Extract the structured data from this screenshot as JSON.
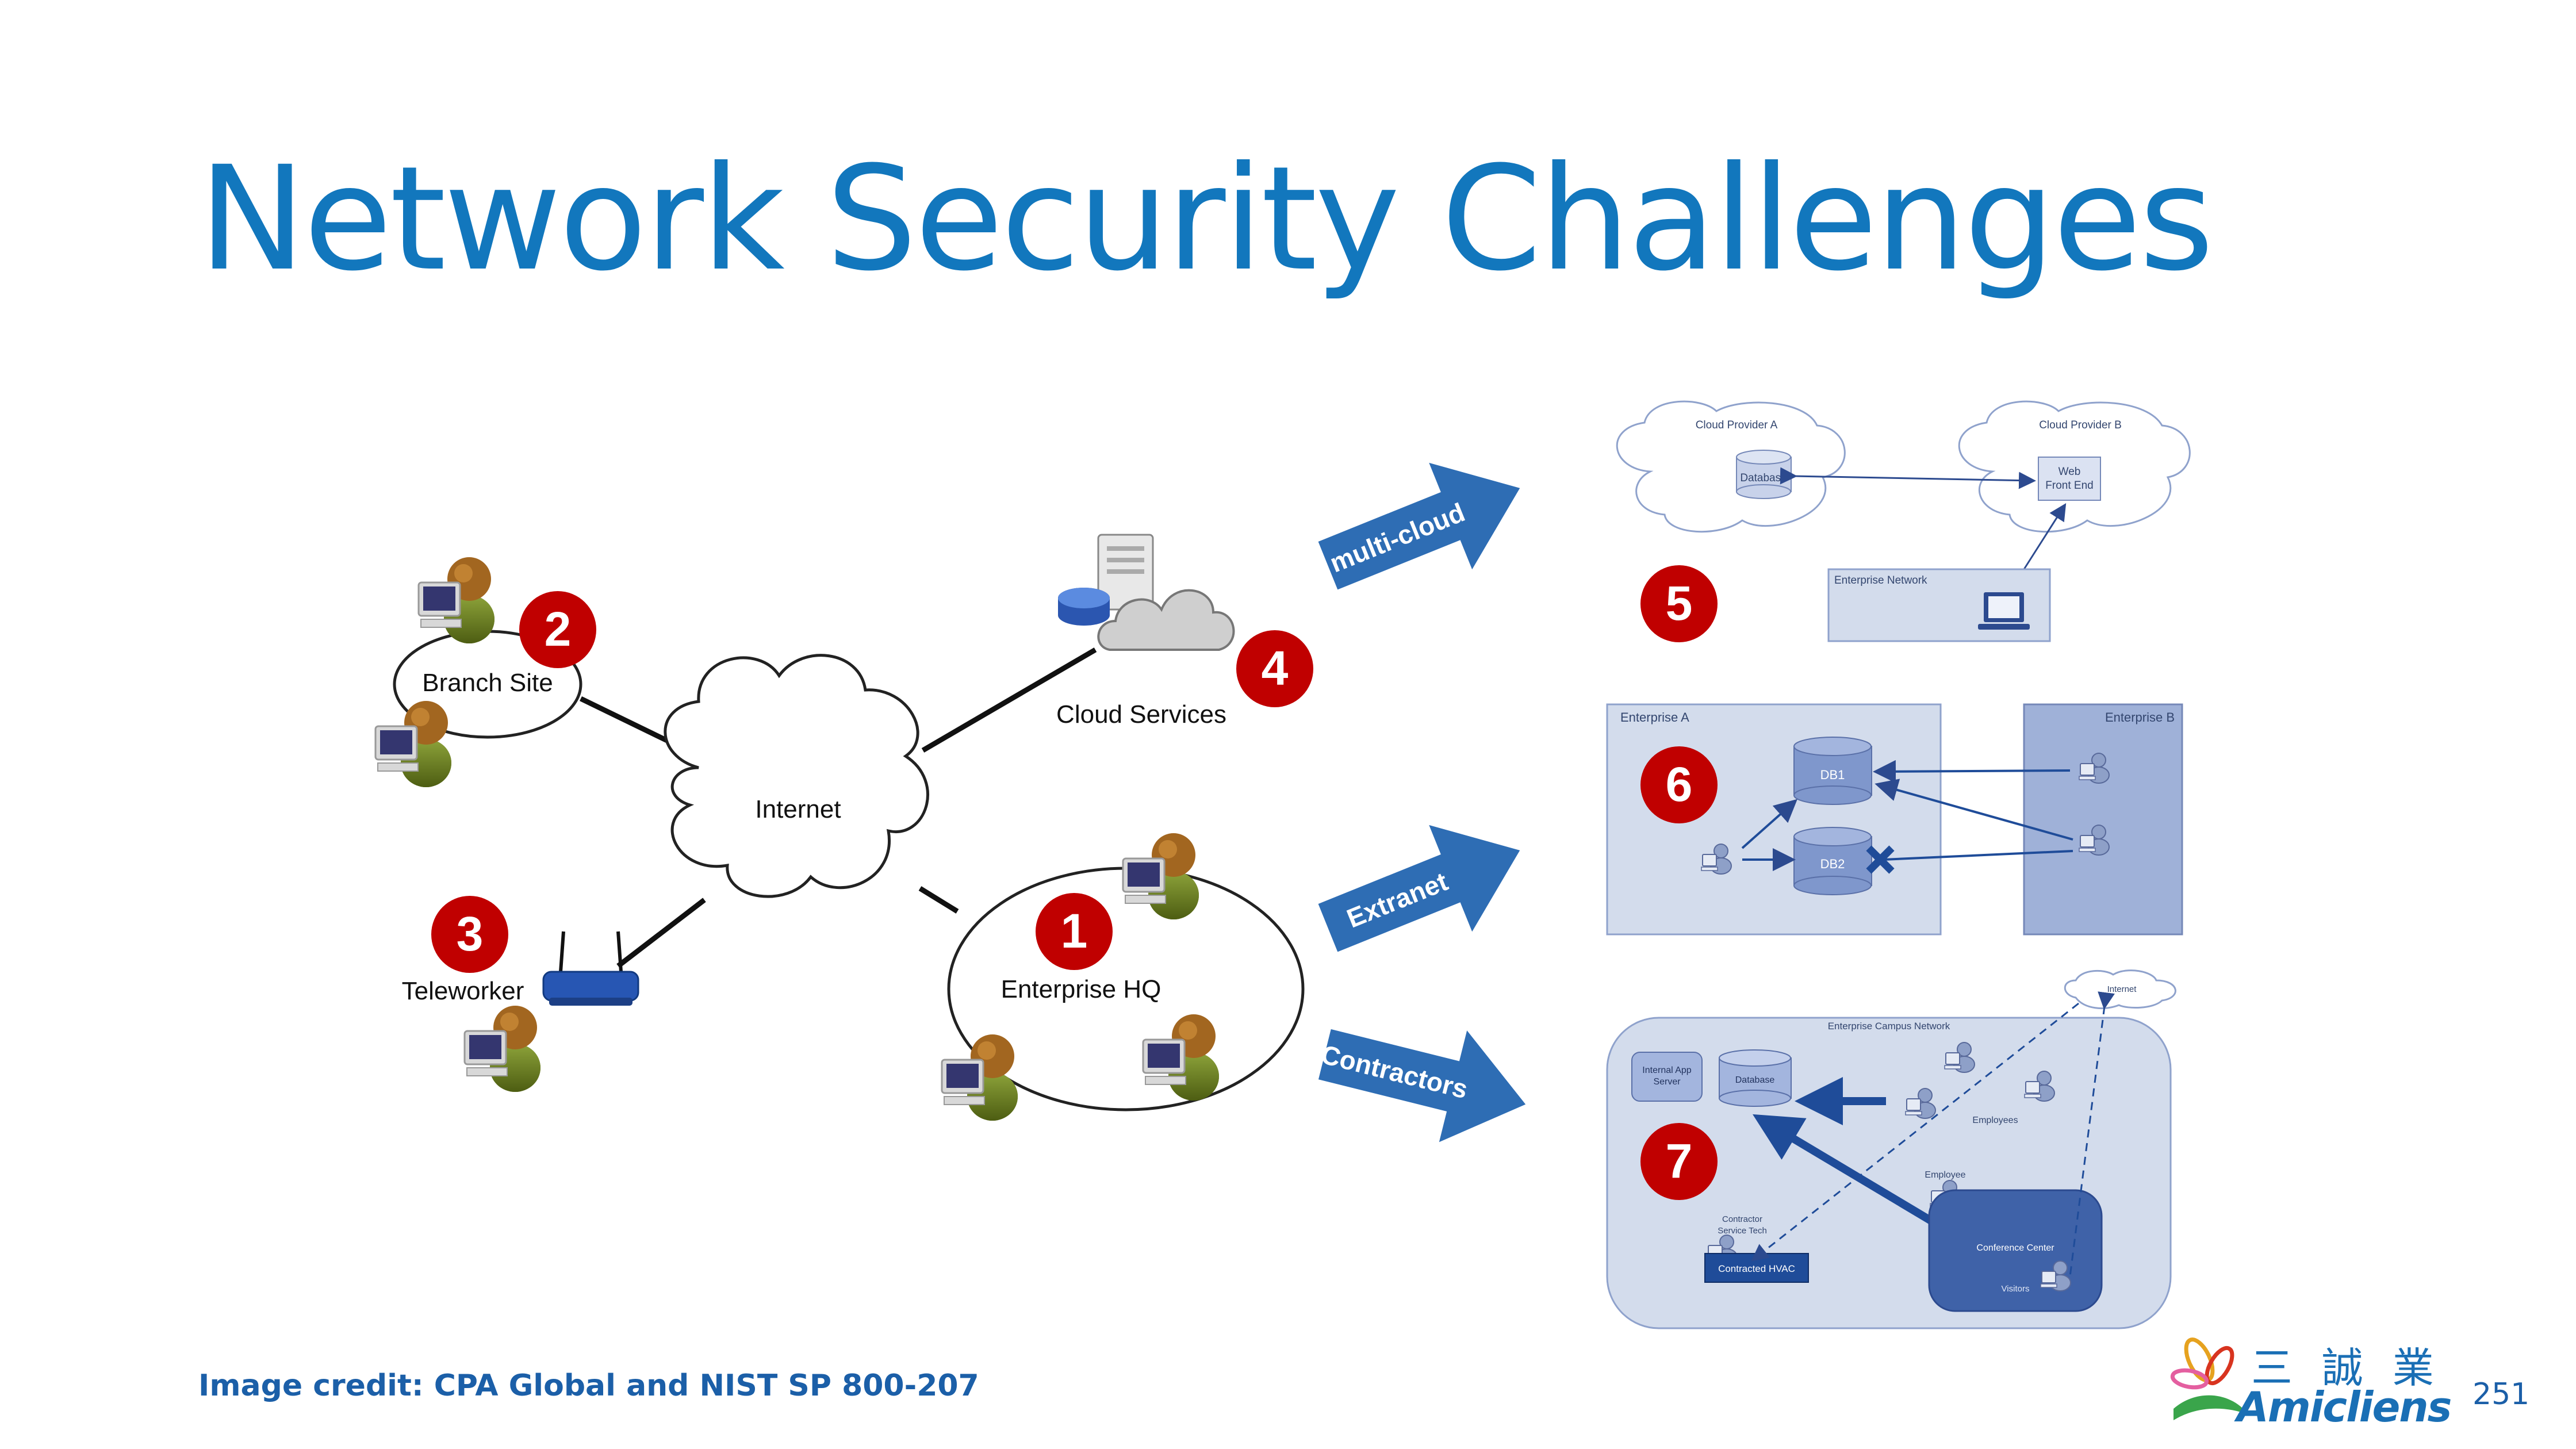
{
  "slide": {
    "title": "Network Security Challenges",
    "credit": "Image credit: CPA Global and NIST SP 800-207",
    "page_number": "251"
  },
  "logo": {
    "chinese": "三 誠 業",
    "english": "Amicliens"
  },
  "left_diagram": {
    "nodes": {
      "internet": "Internet",
      "branch": "Branch Site",
      "cloud_services": "Cloud Services",
      "teleworker": "Teleworker",
      "enterprise_hq": "Enterprise HQ"
    },
    "badges": [
      "1",
      "2",
      "3",
      "4"
    ]
  },
  "arrows": [
    {
      "label": "multi-cloud"
    },
    {
      "label": "Extranet"
    },
    {
      "label": "Contractors"
    }
  ],
  "panel_multicloud": {
    "badge": "5",
    "provider_a": "Cloud Provider A",
    "provider_b": "Cloud Provider B",
    "database": "Database",
    "web_front_end": [
      "Web",
      "Front End"
    ],
    "enterprise_network": "Enterprise Network"
  },
  "panel_extranet": {
    "badge": "6",
    "enterprise_a": "Enterprise A",
    "enterprise_b": "Enterprise B",
    "db1": "DB1",
    "db2": "DB2"
  },
  "panel_contractors": {
    "badge": "7",
    "campus": "Enterprise Campus Network",
    "internet": "Internet",
    "app_server": [
      "Internal App",
      "Server"
    ],
    "database": "Database",
    "employees": "Employees",
    "employee": "Employee",
    "contractor": [
      "Contractor",
      "Service Tech"
    ],
    "hvac": "Contracted HVAC",
    "conference": "Conference Center",
    "visitors": "Visitors"
  },
  "colors": {
    "title": "#1277bd",
    "badge": "#c00000",
    "arrow": "#2e6db4",
    "panel_fill": "#d3dcec",
    "panel_dark": "#9fb1d8",
    "conference": "#3f62a8"
  }
}
